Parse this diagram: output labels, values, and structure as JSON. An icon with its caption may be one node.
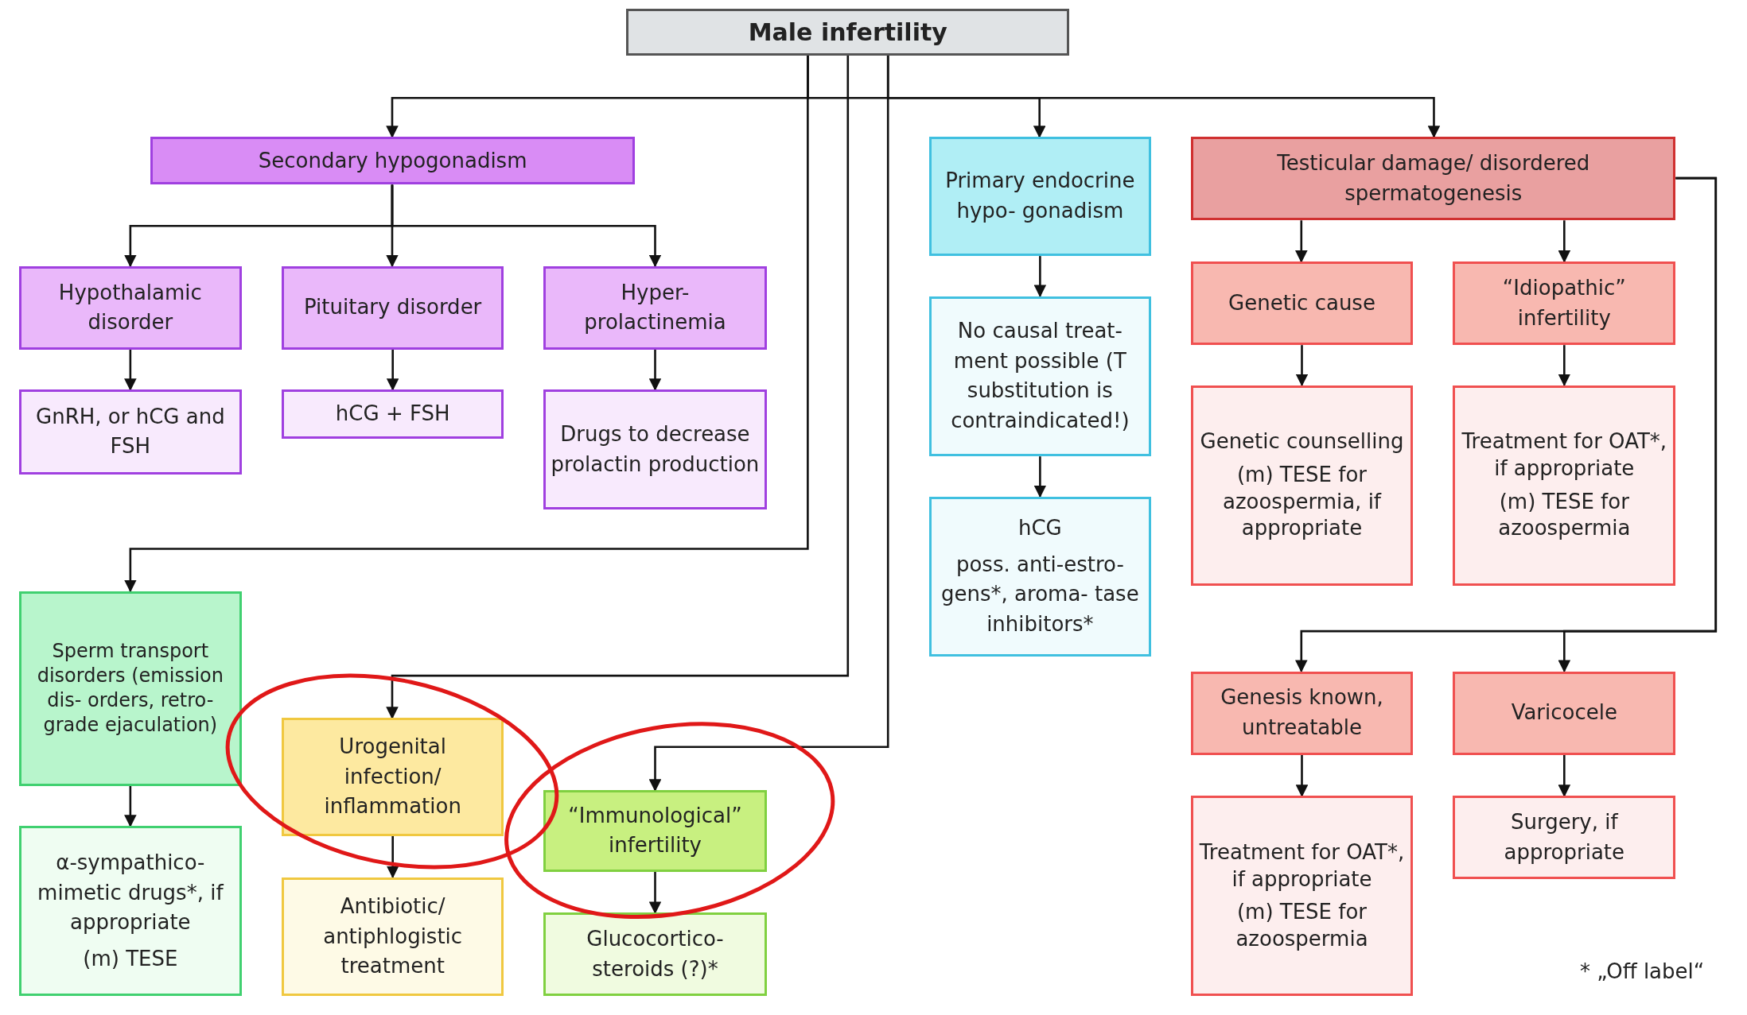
{
  "diagram": {
    "nodes": [
      {
        "text": [
          "Male infertility"
        ]
      },
      {
        "text": [
          "Secondary hypogonadism"
        ]
      },
      {
        "text": [
          "Hypothalamic disorder"
        ]
      },
      {
        "text": [
          "Pituitary disorder"
        ]
      },
      {
        "text": [
          "Hyper- prolactinemia"
        ]
      },
      {
        "text": [
          "GnRH, or hCG and FSH"
        ]
      },
      {
        "text": [
          "hCG + FSH"
        ]
      },
      {
        "text": [
          "Drugs to decrease prolactin production"
        ]
      },
      {
        "text": [
          "Primary endocrine hypo- gonadism"
        ]
      },
      {
        "text": [
          "No causal treat- ment possible (T substitution is contraindicated!)"
        ]
      },
      {
        "text": [
          "hCG",
          "poss. anti-estro- gens*, aroma- tase inhibitors*"
        ]
      },
      {
        "text": [
          "Testicular damage/ disordered spermatogenesis"
        ]
      },
      {
        "text": [
          "Genetic cause"
        ]
      },
      {
        "text": [
          "“Idiopathic” infertility"
        ]
      },
      {
        "text": [
          "Genetic counselling",
          "(m) TESE for azoospermia, if appropriate"
        ]
      },
      {
        "text": [
          "Treatment for OAT*, if appropriate",
          "(m) TESE for azoospermia"
        ]
      },
      {
        "text": [
          "Genesis known, untreatable"
        ]
      },
      {
        "text": [
          "Varicocele"
        ]
      },
      {
        "text": [
          "Treatment for OAT*, if appropriate",
          "(m) TESE for azoospermia"
        ]
      },
      {
        "text": [
          "Surgery, if appropriate"
        ]
      },
      {
        "text": [
          "Sperm transport disorders (emission dis- orders, retro- grade ejaculation)"
        ]
      },
      {
        "text": [
          "α-sympathico- mimetic drugs*, if appropriate",
          "(m) TESE"
        ]
      },
      {
        "text": [
          "Urogenital infection/ inflammation"
        ]
      },
      {
        "text": [
          "Antibiotic/ antiphlogistic treatment"
        ]
      },
      {
        "text": [
          "“Immunological” infertility"
        ]
      },
      {
        "text": [
          "Glucocortico- steroids (?)*"
        ]
      }
    ],
    "edges": [
      {
        "from": 0,
        "to": 1,
        "arrow": "to"
      },
      {
        "from": 0,
        "to": 8,
        "arrow": "to"
      },
      {
        "from": 0,
        "to": 11,
        "arrow": "to"
      },
      {
        "from": 0,
        "to": 20,
        "arrow": "to"
      },
      {
        "from": 0,
        "to": 22,
        "arrow": "to"
      },
      {
        "from": 0,
        "to": 24,
        "arrow": "to"
      },
      {
        "from": 1,
        "to": 2,
        "arrow": "to"
      },
      {
        "from": 1,
        "to": 3,
        "arrow": "to"
      },
      {
        "from": 1,
        "to": 4,
        "arrow": "to"
      },
      {
        "from": 2,
        "to": 5,
        "arrow": "to"
      },
      {
        "from": 3,
        "to": 6,
        "arrow": "to"
      },
      {
        "from": 4,
        "to": 7,
        "arrow": "to"
      },
      {
        "from": 8,
        "to": 9,
        "arrow": "to"
      },
      {
        "from": 9,
        "to": 10,
        "arrow": "to"
      },
      {
        "from": 11,
        "to": 12,
        "arrow": "to"
      },
      {
        "from": 11,
        "to": 13,
        "arrow": "to"
      },
      {
        "from": 12,
        "to": 14,
        "arrow": "to"
      },
      {
        "from": 13,
        "to": 15,
        "arrow": "to"
      },
      {
        "from": 11,
        "to": 16,
        "arrow": "to"
      },
      {
        "from": 11,
        "to": 17,
        "arrow": "to"
      },
      {
        "from": 16,
        "to": 18,
        "arrow": "to"
      },
      {
        "from": 17,
        "to": 19,
        "arrow": "to"
      },
      {
        "from": 20,
        "to": 21,
        "arrow": "to"
      },
      {
        "from": 22,
        "to": 23,
        "arrow": "to"
      },
      {
        "from": 24,
        "to": 25,
        "arrow": "to"
      }
    ],
    "labels": [
      "* „Off label“"
    ]
  }
}
